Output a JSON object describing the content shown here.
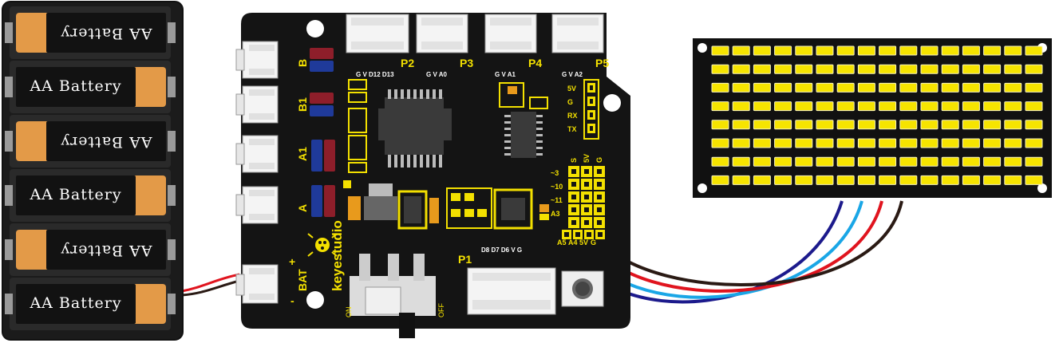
{
  "battery_pack": {
    "cells": [
      {
        "label": "AA Battery",
        "flipped": true
      },
      {
        "label": "AA Battery",
        "flipped": false
      },
      {
        "label": "AA Battery",
        "flipped": true
      },
      {
        "label": "AA Battery",
        "flipped": false
      },
      {
        "label": "AA Battery",
        "flipped": true
      },
      {
        "label": "AA Battery",
        "flipped": false
      }
    ]
  },
  "board": {
    "brand": "keyestudio",
    "top_ports": [
      {
        "name": "P2",
        "pins": "G V D12 D13"
      },
      {
        "name": "P3",
        "pins": "G V A0"
      },
      {
        "name": "P4",
        "pins": "G V A1"
      },
      {
        "name": "P5",
        "pins": "G V A2"
      }
    ],
    "motor_ports": [
      "B",
      "B1",
      "A1",
      "A"
    ],
    "battery_port": "BAT",
    "battery_plus": "+",
    "battery_minus": "-",
    "serial_pins": [
      "5V",
      "G",
      "RX",
      "TX"
    ],
    "header_top_pins": [
      "S",
      "5V",
      "G"
    ],
    "header_side_pins": [
      "~3",
      "~10",
      "~11",
      "A3"
    ],
    "i2c_pins": [
      "A5",
      "A4",
      "5V",
      "G"
    ],
    "bottom_port": {
      "name": "P1",
      "pins": "D8 D7 D6 V G"
    },
    "switch_on": "ON",
    "switch_off": "OFF"
  },
  "led_matrix": {
    "rows": 8,
    "cols": 16
  },
  "colors": {
    "board": "#141414",
    "silkscreen": "#f3e000",
    "led": "#f6e400",
    "wire_dark_blue": "#1c1a8c",
    "wire_light_blue": "#1aa6e6",
    "wire_red": "#e0141e",
    "wire_black": "#2a1a14"
  }
}
